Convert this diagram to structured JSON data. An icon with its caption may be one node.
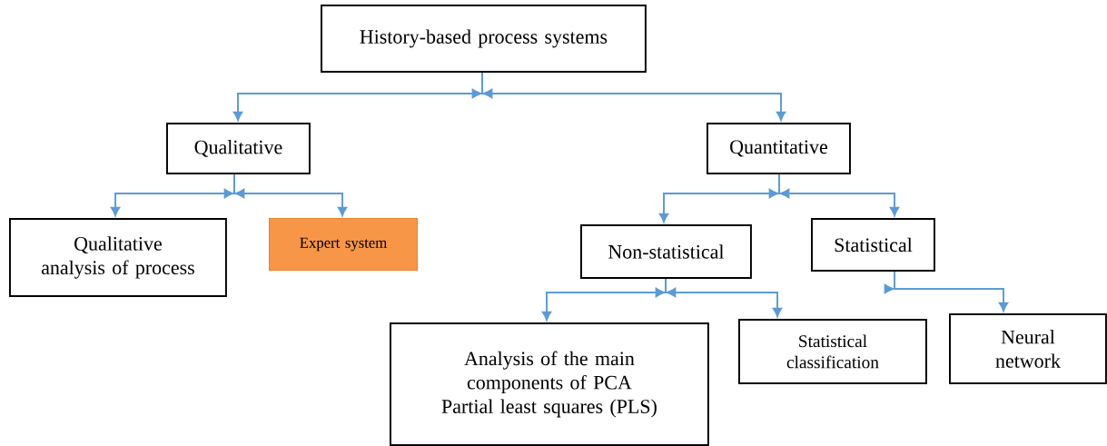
{
  "diagram": {
    "nodes": [
      {
        "text": [
          "History-based process systems"
        ]
      },
      {
        "text": [
          "Qualitative"
        ]
      },
      {
        "text": [
          "Quantitative"
        ]
      },
      {
        "text": [
          "Qualitative analysis of process"
        ]
      },
      {
        "text": [
          "Expert system"
        ]
      },
      {
        "text": [
          "Non-statistical"
        ]
      },
      {
        "text": [
          "Statistical"
        ]
      },
      {
        "text": [
          "Analysis of the main components of PCA",
          "Partial least squares (PLS)"
        ]
      },
      {
        "text": [
          "Statistical classification"
        ]
      },
      {
        "text": [
          "Neural network"
        ]
      }
    ],
    "edges": [
      {
        "from": 0,
        "to": 1,
        "arrow": "to"
      },
      {
        "from": 0,
        "to": 2,
        "arrow": "to"
      },
      {
        "from": 1,
        "to": 3,
        "arrow": "to"
      },
      {
        "from": 1,
        "to": 4,
        "arrow": "to"
      },
      {
        "from": 2,
        "to": 5,
        "arrow": "to"
      },
      {
        "from": 2,
        "to": 6,
        "arrow": "to"
      },
      {
        "from": 5,
        "to": 7,
        "arrow": "to"
      },
      {
        "from": 5,
        "to": 8,
        "arrow": "to"
      },
      {
        "from": 6,
        "to": 9,
        "arrow": "to"
      }
    ]
  }
}
